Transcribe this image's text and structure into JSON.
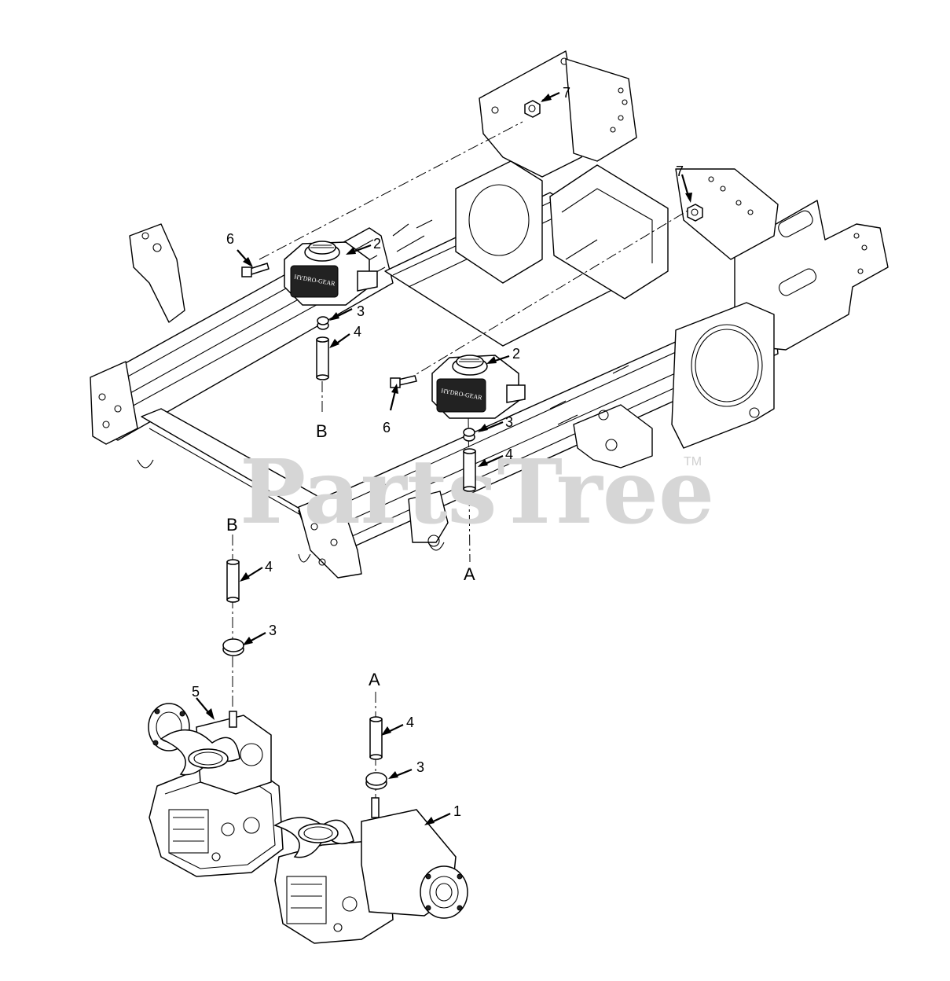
{
  "watermark": {
    "text": "PartsTree",
    "trademark": "TM"
  },
  "tank_label": "HYDRO-GEAR",
  "callouts": {
    "c1": "1",
    "c2a": "2",
    "c2b": "2",
    "c3a": "3",
    "c3b": "3",
    "c3c": "3",
    "c3d": "3",
    "c4a": "4",
    "c4b": "4",
    "c4c": "4",
    "c4d": "4",
    "c5": "5",
    "c6a": "6",
    "c6b": "6",
    "c7a": "7",
    "c7b": "7"
  },
  "reference_letters": {
    "b_upper": "B",
    "b_lower": "B",
    "a_upper": "A",
    "a_lower": "A"
  }
}
